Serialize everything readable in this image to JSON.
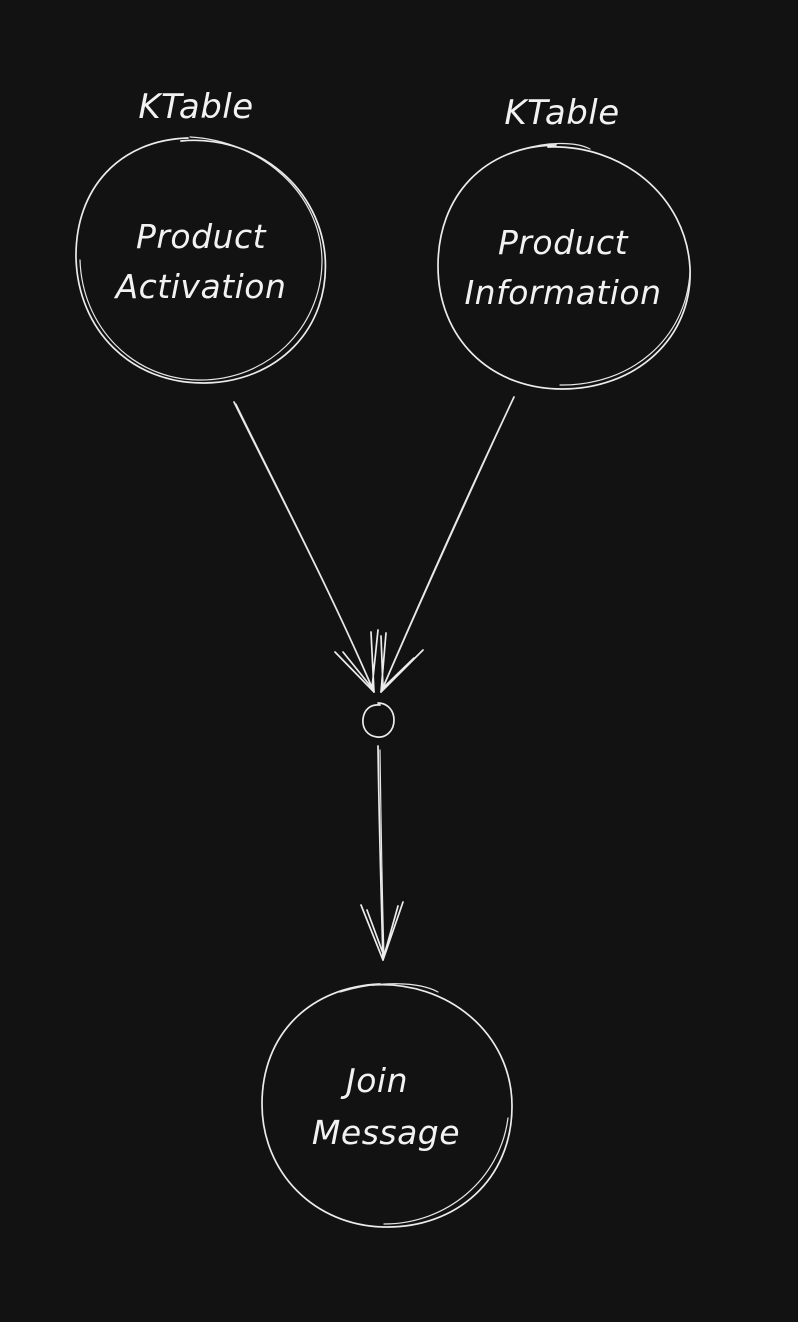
{
  "nodes": {
    "activation": {
      "type_label": "KTable",
      "line1": "Product",
      "line2": "Activation"
    },
    "information": {
      "type_label": "KTable",
      "line1": "Product",
      "line2": "Information"
    },
    "join_message": {
      "line1": "Join",
      "line2": "Message"
    }
  },
  "colors": {
    "background": "#121212",
    "stroke": "#ececec",
    "text": "#f2f2f2"
  }
}
